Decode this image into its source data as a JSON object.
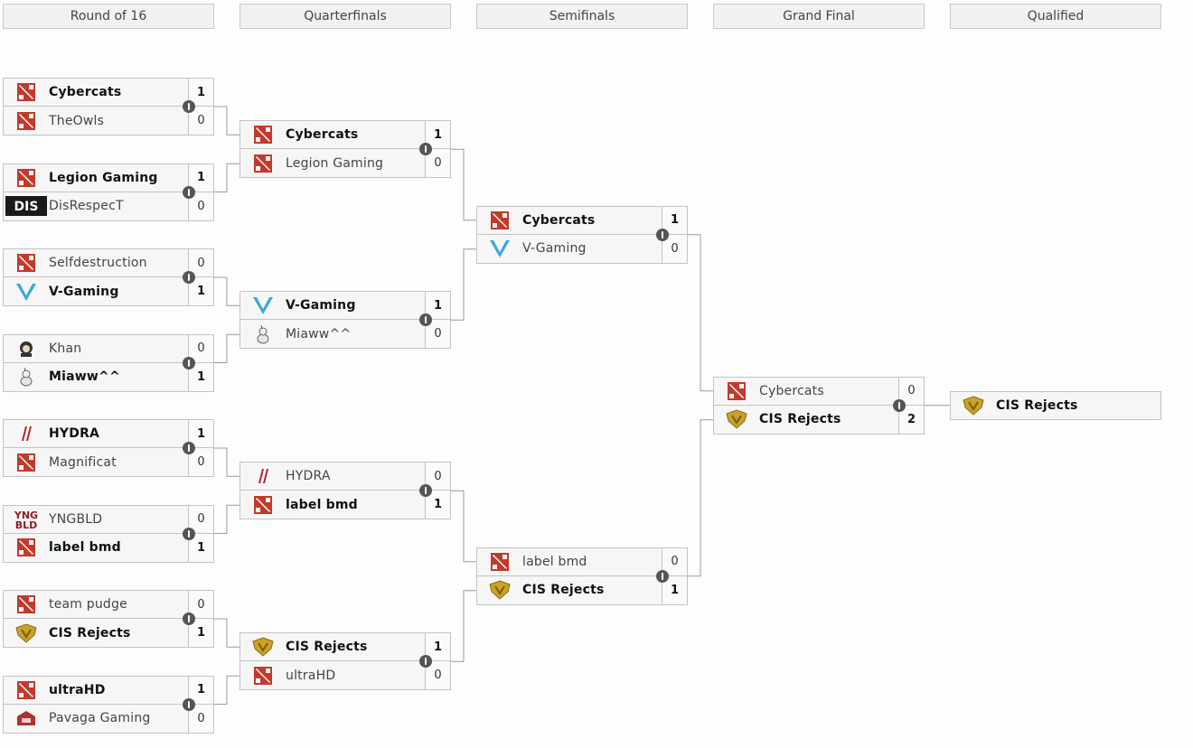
{
  "rounds": [
    "Round of 16",
    "Quarterfinals",
    "Semifinals",
    "Grand Final",
    "Qualified"
  ],
  "matches": [
    {
      "id": "r16-1",
      "round": 0,
      "teams": [
        {
          "name": "Cybercats",
          "score": "1",
          "logo": "dota-icon",
          "win": true
        },
        {
          "name": "TheOwls",
          "score": "0",
          "logo": "dota-icon",
          "win": false
        }
      ]
    },
    {
      "id": "r16-2",
      "round": 0,
      "teams": [
        {
          "name": "Legion Gaming",
          "score": "1",
          "logo": "dota-icon",
          "win": true
        },
        {
          "name": "DisRespecT",
          "score": "0",
          "logo": "dis-logo-icon",
          "win": false
        }
      ]
    },
    {
      "id": "r16-3",
      "round": 0,
      "teams": [
        {
          "name": "Selfdestruction",
          "score": "0",
          "logo": "dota-icon",
          "win": false
        },
        {
          "name": "V-Gaming",
          "score": "1",
          "logo": "v-gaming-icon",
          "win": true
        }
      ]
    },
    {
      "id": "r16-4",
      "round": 0,
      "teams": [
        {
          "name": "Khan",
          "score": "0",
          "logo": "khan-icon",
          "win": false
        },
        {
          "name": "Miaww^^",
          "score": "1",
          "logo": "miaww-icon",
          "win": true
        }
      ]
    },
    {
      "id": "r16-5",
      "round": 0,
      "teams": [
        {
          "name": "HYDRA",
          "score": "1",
          "logo": "hydra-icon",
          "win": true
        },
        {
          "name": "Magnificat",
          "score": "0",
          "logo": "dota-icon",
          "win": false
        }
      ]
    },
    {
      "id": "r16-6",
      "round": 0,
      "teams": [
        {
          "name": "YNGBLD",
          "score": "0",
          "logo": "yngbld-icon",
          "win": false
        },
        {
          "name": "label bmd",
          "score": "1",
          "logo": "dota-icon",
          "win": true
        }
      ]
    },
    {
      "id": "r16-7",
      "round": 0,
      "teams": [
        {
          "name": "team pudge",
          "score": "0",
          "logo": "dota-icon",
          "win": false
        },
        {
          "name": "CIS Rejects",
          "score": "1",
          "logo": "cis-rejects-icon",
          "win": true
        }
      ]
    },
    {
      "id": "r16-8",
      "round": 0,
      "teams": [
        {
          "name": "ultraHD",
          "score": "1",
          "logo": "dota-icon",
          "win": true
        },
        {
          "name": "Pavaga Gaming",
          "score": "0",
          "logo": "pavaga-icon",
          "win": false
        }
      ]
    },
    {
      "id": "qf-1",
      "round": 1,
      "teams": [
        {
          "name": "Cybercats",
          "score": "1",
          "logo": "dota-icon",
          "win": true
        },
        {
          "name": "Legion Gaming",
          "score": "0",
          "logo": "dota-icon",
          "win": false
        }
      ]
    },
    {
      "id": "qf-2",
      "round": 1,
      "teams": [
        {
          "name": "V-Gaming",
          "score": "1",
          "logo": "v-gaming-icon",
          "win": true
        },
        {
          "name": "Miaww^^",
          "score": "0",
          "logo": "miaww-icon",
          "win": false
        }
      ]
    },
    {
      "id": "qf-3",
      "round": 1,
      "teams": [
        {
          "name": "HYDRA",
          "score": "0",
          "logo": "hydra-icon",
          "win": false
        },
        {
          "name": "label bmd",
          "score": "1",
          "logo": "dota-icon",
          "win": true
        }
      ]
    },
    {
      "id": "qf-4",
      "round": 1,
      "teams": [
        {
          "name": "CIS Rejects",
          "score": "1",
          "logo": "cis-rejects-icon",
          "win": true
        },
        {
          "name": "ultraHD",
          "score": "0",
          "logo": "dota-icon",
          "win": false
        }
      ]
    },
    {
      "id": "sf-1",
      "round": 2,
      "teams": [
        {
          "name": "Cybercats",
          "score": "1",
          "logo": "dota-icon",
          "win": true
        },
        {
          "name": "V-Gaming",
          "score": "0",
          "logo": "v-gaming-icon",
          "win": false
        }
      ]
    },
    {
      "id": "sf-2",
      "round": 2,
      "teams": [
        {
          "name": "label bmd",
          "score": "0",
          "logo": "dota-icon",
          "win": false
        },
        {
          "name": "CIS Rejects",
          "score": "1",
          "logo": "cis-rejects-icon",
          "win": true
        }
      ]
    },
    {
      "id": "gf-1",
      "round": 3,
      "teams": [
        {
          "name": "Cybercats",
          "score": "0",
          "logo": "dota-icon",
          "win": false
        },
        {
          "name": "CIS Rejects",
          "score": "2",
          "logo": "cis-rejects-icon",
          "win": true
        }
      ]
    }
  ],
  "qualified": {
    "name": "CIS Rejects",
    "logo": "cis-rejects-icon"
  },
  "colors": {
    "dota_red": "#c23a2b",
    "v_gaming_blue": "#3aa8d8",
    "gold": "#c9a227",
    "hydra_red": "#b3202a",
    "info_badge": "#555555"
  }
}
